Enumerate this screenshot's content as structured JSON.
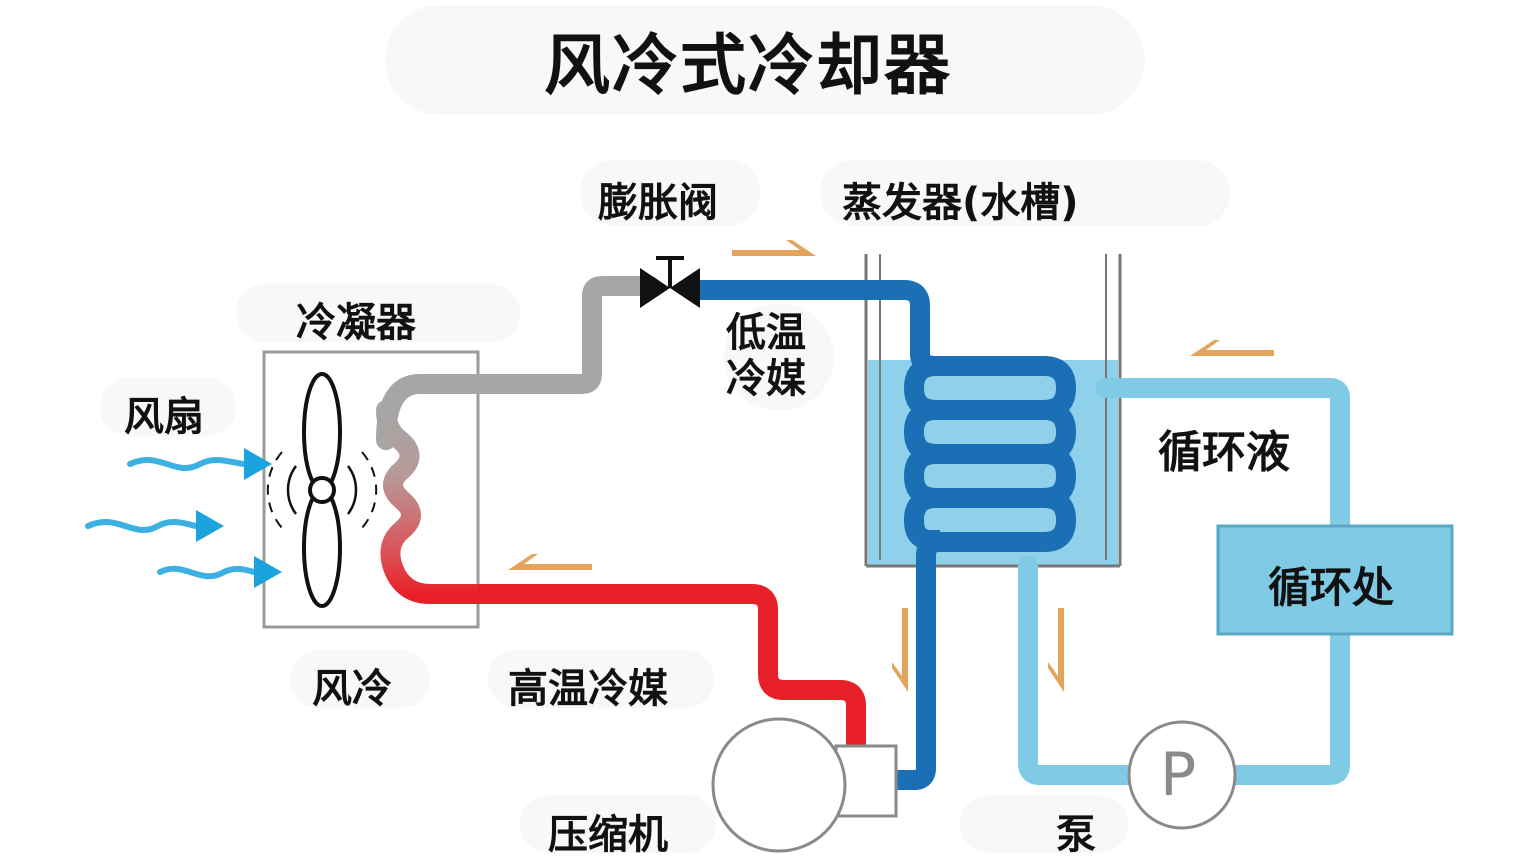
{
  "title": "风冷式冷却器",
  "labels": {
    "expansion_valve": "膨胀阀",
    "evaporator": "蒸发器(水槽)",
    "condenser": "冷凝器",
    "fan": "风扇",
    "low_temp_refrigerant": [
      "低温",
      "冷媒"
    ],
    "circulating_fluid": "循环液",
    "circulation_point": "循环处",
    "air_cooled": "风冷",
    "high_temp_refrigerant": "高温冷媒",
    "compressor": "压缩机",
    "pump": "泵",
    "pump_symbol": "P"
  },
  "colors": {
    "hot_refrigerant": "#e8202a",
    "cold_refrigerant": "#1a6fb5",
    "warm_gray_line": "#a6a6a6",
    "circulating_fluid": "#7fcbe6",
    "tank_water": "#8fd0ea",
    "flow_arrow": "#e3a45c",
    "air_arrow": "#1aa3dc"
  },
  "icons": [
    "fan-icon",
    "valve-icon",
    "compressor-icon",
    "pump-icon",
    "air-flow-arrow-icon",
    "flow-direction-arrow-icon"
  ]
}
